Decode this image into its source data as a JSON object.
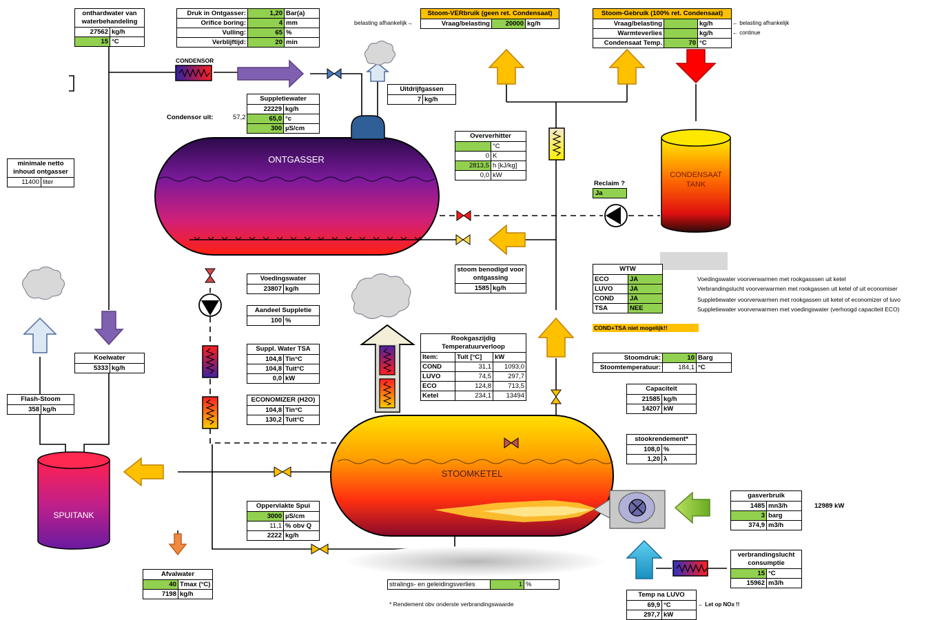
{
  "water_treatment": {
    "title1": "onthardwater van",
    "title2": "waterbehandeling",
    "flow": "27562",
    "flow_unit": "kg/h",
    "temp": "15",
    "temp_unit": "°C"
  },
  "deaerator_settings": {
    "rows": [
      {
        "label": "Druk in Ontgasser:",
        "value": "1,20",
        "unit": "Bar(a)"
      },
      {
        "label": "Orifice boring:",
        "value": "4",
        "unit": "mm"
      },
      {
        "label": "Vulling:",
        "value": "65",
        "unit": "%"
      },
      {
        "label": "Verblijftijd:",
        "value": "20",
        "unit": "min"
      }
    ]
  },
  "steam_consumption": {
    "title": "Stoom-VERbruik (geen ret. Condensaat)",
    "label": "Vraag/belasting",
    "value": "20000",
    "unit": "kg/h",
    "side_note": "belasting afhankelijk→"
  },
  "steam_usage": {
    "title": "Stoom-Gebruik (100% ret. Condensaat)",
    "rows": [
      {
        "label": "Vraag/belasting",
        "value": "",
        "unit": "kg/h",
        "note": "← belasting afhankelijk"
      },
      {
        "label": "Warmteverlies",
        "value": "",
        "unit": "kg/h",
        "note": "← continue"
      },
      {
        "label": "Condensaat Temp.",
        "value": "70",
        "unit": "°C",
        "note": ""
      }
    ]
  },
  "condensor_label": "CONDENSOR",
  "condensor_out": {
    "label": "Condensor uit:",
    "value": "57,2"
  },
  "makeup_water": {
    "title": "Suppletiewater",
    "rows": [
      {
        "value": "22229",
        "unit": "kg/h"
      },
      {
        "value": "65,0",
        "unit": "°c"
      },
      {
        "value": "300",
        "unit": "µS/cm"
      }
    ]
  },
  "vent_gas": {
    "title": "Uitdrijfgassen",
    "value": "7",
    "unit": "kg/h"
  },
  "min_volume": {
    "title1": "minimale netto",
    "title2": "inhoud ontgasser",
    "value": "11400",
    "unit": "liter"
  },
  "superheater": {
    "title": "Oververhitter",
    "rows": [
      {
        "value": "",
        "unit": "°C"
      },
      {
        "value": "0",
        "unit": "K"
      },
      {
        "value": "2813,5",
        "unit": "h [kJ/kg]"
      },
      {
        "value": "0,0",
        "unit": "kW"
      }
    ]
  },
  "reclaim": {
    "title": "Reclaim ?",
    "value": "Ja"
  },
  "deaerator_label": "ONTGASSER",
  "condensate_tank_label": "CONDENSAAT TANK",
  "feedwater": {
    "title": "Voedingswater",
    "value": "23807",
    "unit": "kg/h"
  },
  "makeup_share": {
    "title": "Aandeel Suppletie",
    "value": "100",
    "unit": "%"
  },
  "deaeration_steam": {
    "title1": "stoom benodigd voor",
    "title2": "ontgassing",
    "value": "1585",
    "unit": "kg/h"
  },
  "wtw": {
    "title": "WTW",
    "rows": [
      {
        "key": "ECO",
        "value": "JA",
        "desc": "Voedingswater voorverwarmen met rookgasssen uit ketel"
      },
      {
        "key": "LUVO",
        "value": "JA",
        "desc": "Verbrandingslucht voorverwarmen met rookgassen uit ketel of uit economiser"
      },
      {
        "key": "COND",
        "value": "JA",
        "desc": "Suppletiewater voorverwarmen met rookgassen uit ketel of economizer of luvo"
      },
      {
        "key": "TSA",
        "value": "NEE",
        "desc": "Suppletiewater voorverwarmen met voedingswater (verhoogd capaciteit ECO)"
      }
    ]
  },
  "warning": "COND+TSA niet mogelijk!!",
  "cooling_water": {
    "title": "Koelwater",
    "value": "5333",
    "unit": "kg/h"
  },
  "tsa": {
    "title": "Suppl. Water TSA",
    "rows": [
      {
        "value": "104,8",
        "unit": "Tin°C"
      },
      {
        "value": "104,8",
        "unit": "Tuit°C"
      },
      {
        "value": "0,0",
        "unit": "kW"
      }
    ]
  },
  "flue_gas": {
    "title1": "Rookgaszijdig",
    "title2": "Temperatuurverloop",
    "headers": [
      "Item:",
      "Tuit [°C]",
      "kW"
    ],
    "rows": [
      {
        "item": "COND",
        "t": "31,1",
        "kw": "1093,0"
      },
      {
        "item": "LUVO",
        "t": "74,5",
        "kw": "297,7"
      },
      {
        "item": "ECO",
        "t": "124,8",
        "kw": "713,5"
      },
      {
        "item": "Ketel",
        "t": "234,1",
        "kw": "13494"
      }
    ]
  },
  "steam_pressure": {
    "rows": [
      {
        "label": "Stoomdruk:",
        "value": "10",
        "unit": "Barg"
      },
      {
        "label": "Stoomtemperatuur:",
        "value": "184,1",
        "unit": "°C"
      }
    ]
  },
  "flash_steam": {
    "title": "Flash-Stoom",
    "value": "358",
    "unit": "kg/h"
  },
  "economizer": {
    "title": "ECONOMIZER (H2O)",
    "rows": [
      {
        "value": "104,8",
        "unit": "Tin°C"
      },
      {
        "value": "130,2",
        "unit": "Tuit°C"
      }
    ]
  },
  "capacity": {
    "title": "Capaciteit",
    "rows": [
      {
        "value": "21585",
        "unit": "kg/h"
      },
      {
        "value": "14207",
        "unit": "kW"
      }
    ]
  },
  "efficiency": {
    "title": "stookrendement*",
    "rows": [
      {
        "value": "108,0",
        "unit": "%"
      },
      {
        "value": "1,20",
        "unit": "λ"
      }
    ]
  },
  "blowdown_tank_label": "SPUITANK",
  "boiler_label": "STOOMKETEL",
  "gas_usage": {
    "title": "gasverbruik",
    "rows": [
      {
        "value": "1485",
        "unit": "mn3/h"
      },
      {
        "value": "3",
        "unit": "barg"
      },
      {
        "value": "374,9",
        "unit": "m3/h"
      }
    ],
    "side": "12989  kW"
  },
  "blowdown": {
    "title": "Oppervlakte Spui",
    "rows": [
      {
        "value": "3000",
        "unit": "µS/cm"
      },
      {
        "value": "11,1",
        "unit": "% obv Q"
      },
      {
        "value": "2222",
        "unit": "kg/h"
      }
    ]
  },
  "combustion_air": {
    "title1": "verbrandingslucht",
    "title2": "consumptie",
    "rows": [
      {
        "value": "15",
        "unit": "°C"
      },
      {
        "value": "15962",
        "unit": "m3/h"
      }
    ]
  },
  "waste_water": {
    "title": "Afvalwater",
    "rows": [
      {
        "value": "40",
        "unit": "Tmax (°C)"
      },
      {
        "value": "7198",
        "unit": "kg/h"
      }
    ]
  },
  "radiation_loss": {
    "label": "stralings- en geleidingsverlies",
    "value": "1",
    "unit": "%"
  },
  "luvo_temp": {
    "title": "Temp na LUVO",
    "rows": [
      {
        "value": "69,9",
        "unit": "°C"
      },
      {
        "value": "297,7",
        "unit": "kW"
      }
    ],
    "note": "← Let op NOx !!"
  },
  "footnote": "* Rendement obv onderste verbrandingswaarde"
}
